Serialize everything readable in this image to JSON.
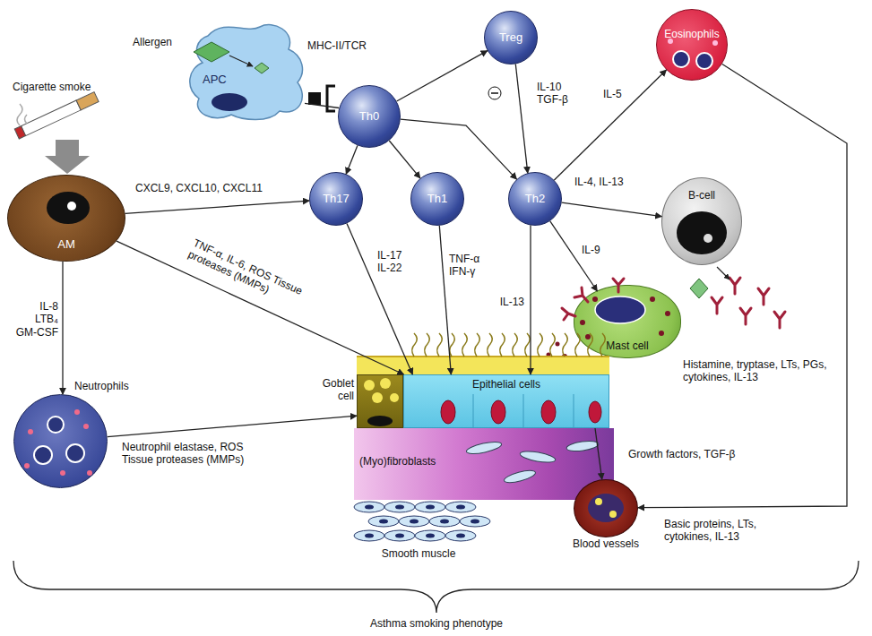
{
  "diagram": {
    "nodes": [
      {
        "text": [
          "APC"
        ]
      },
      {
        "text": [
          "Th0"
        ]
      },
      {
        "text": [
          "Treg"
        ]
      },
      {
        "text": [
          "Eosinophils"
        ]
      },
      {
        "text": [
          "AM"
        ]
      },
      {
        "text": [
          "Th17"
        ]
      },
      {
        "text": [
          "Th1"
        ]
      },
      {
        "text": [
          "Th2"
        ]
      },
      {
        "text": [
          "B-cell"
        ]
      },
      {
        "text": [
          "Mast cell"
        ]
      },
      {
        "text": [
          "Neutrophils"
        ]
      },
      {
        "text": [
          "Goblet cell"
        ]
      },
      {
        "text": [
          "Epithelial cells"
        ]
      },
      {
        "text": [
          "(Myo)fibroblasts"
        ]
      },
      {
        "text": [
          "Smooth muscle"
        ]
      },
      {
        "text": [
          "Blood vessels"
        ]
      }
    ],
    "edges": [
      {
        "from": 0,
        "to": 1,
        "arrow": "none",
        "label": "MHC-II/TCR"
      },
      {
        "from": 1,
        "to": 2,
        "arrow": "to"
      },
      {
        "from": 1,
        "to": 5,
        "arrow": "to"
      },
      {
        "from": 1,
        "to": 6,
        "arrow": "to"
      },
      {
        "from": 1,
        "to": 7,
        "arrow": "to"
      },
      {
        "from": 2,
        "to": 7,
        "arrow": "to",
        "label": "IL-10 TGF-β"
      },
      {
        "from": 7,
        "to": 3,
        "arrow": "to",
        "label": "IL-5"
      },
      {
        "from": 7,
        "to": 8,
        "arrow": "to",
        "label": "IL-4, IL-13"
      },
      {
        "from": 7,
        "to": 9,
        "arrow": "to",
        "label": "IL-9"
      },
      {
        "from": 7,
        "to": 12,
        "arrow": "to",
        "label": "IL-13"
      },
      {
        "from": 6,
        "to": 12,
        "arrow": "to",
        "label": "TNF-α IFN-γ"
      },
      {
        "from": 5,
        "to": 12,
        "arrow": "to",
        "label": "IL-17 IL-22"
      },
      {
        "from": 4,
        "to": 5,
        "arrow": "to",
        "label": "CXCL9, CXCL10, CXCL11"
      },
      {
        "from": 4,
        "to": 12,
        "arrow": "to",
        "label": "TNF-α, IL-6, ROS Tissue proteases (MMPs)"
      },
      {
        "from": 4,
        "to": 10,
        "arrow": "to",
        "label": "IL-8 LTB₄ GM-CSF"
      },
      {
        "from": 10,
        "to": 11,
        "arrow": "to",
        "label": "Neutrophil elastase, ROS Tissue proteases (MMPs)"
      },
      {
        "from": 3,
        "to": 15,
        "arrow": "to",
        "label": "Basic proteins, LTs, cytokines, IL-13"
      },
      {
        "from": 12,
        "to": 15,
        "arrow": "to",
        "label": "Growth factors, TGF-β"
      }
    ],
    "labels": [
      "Allergen",
      "Cigarette smoke",
      "Histamine, tryptase, LTs, PGs, cytokines, IL-13",
      "Asthma smoking phenotype"
    ]
  }
}
